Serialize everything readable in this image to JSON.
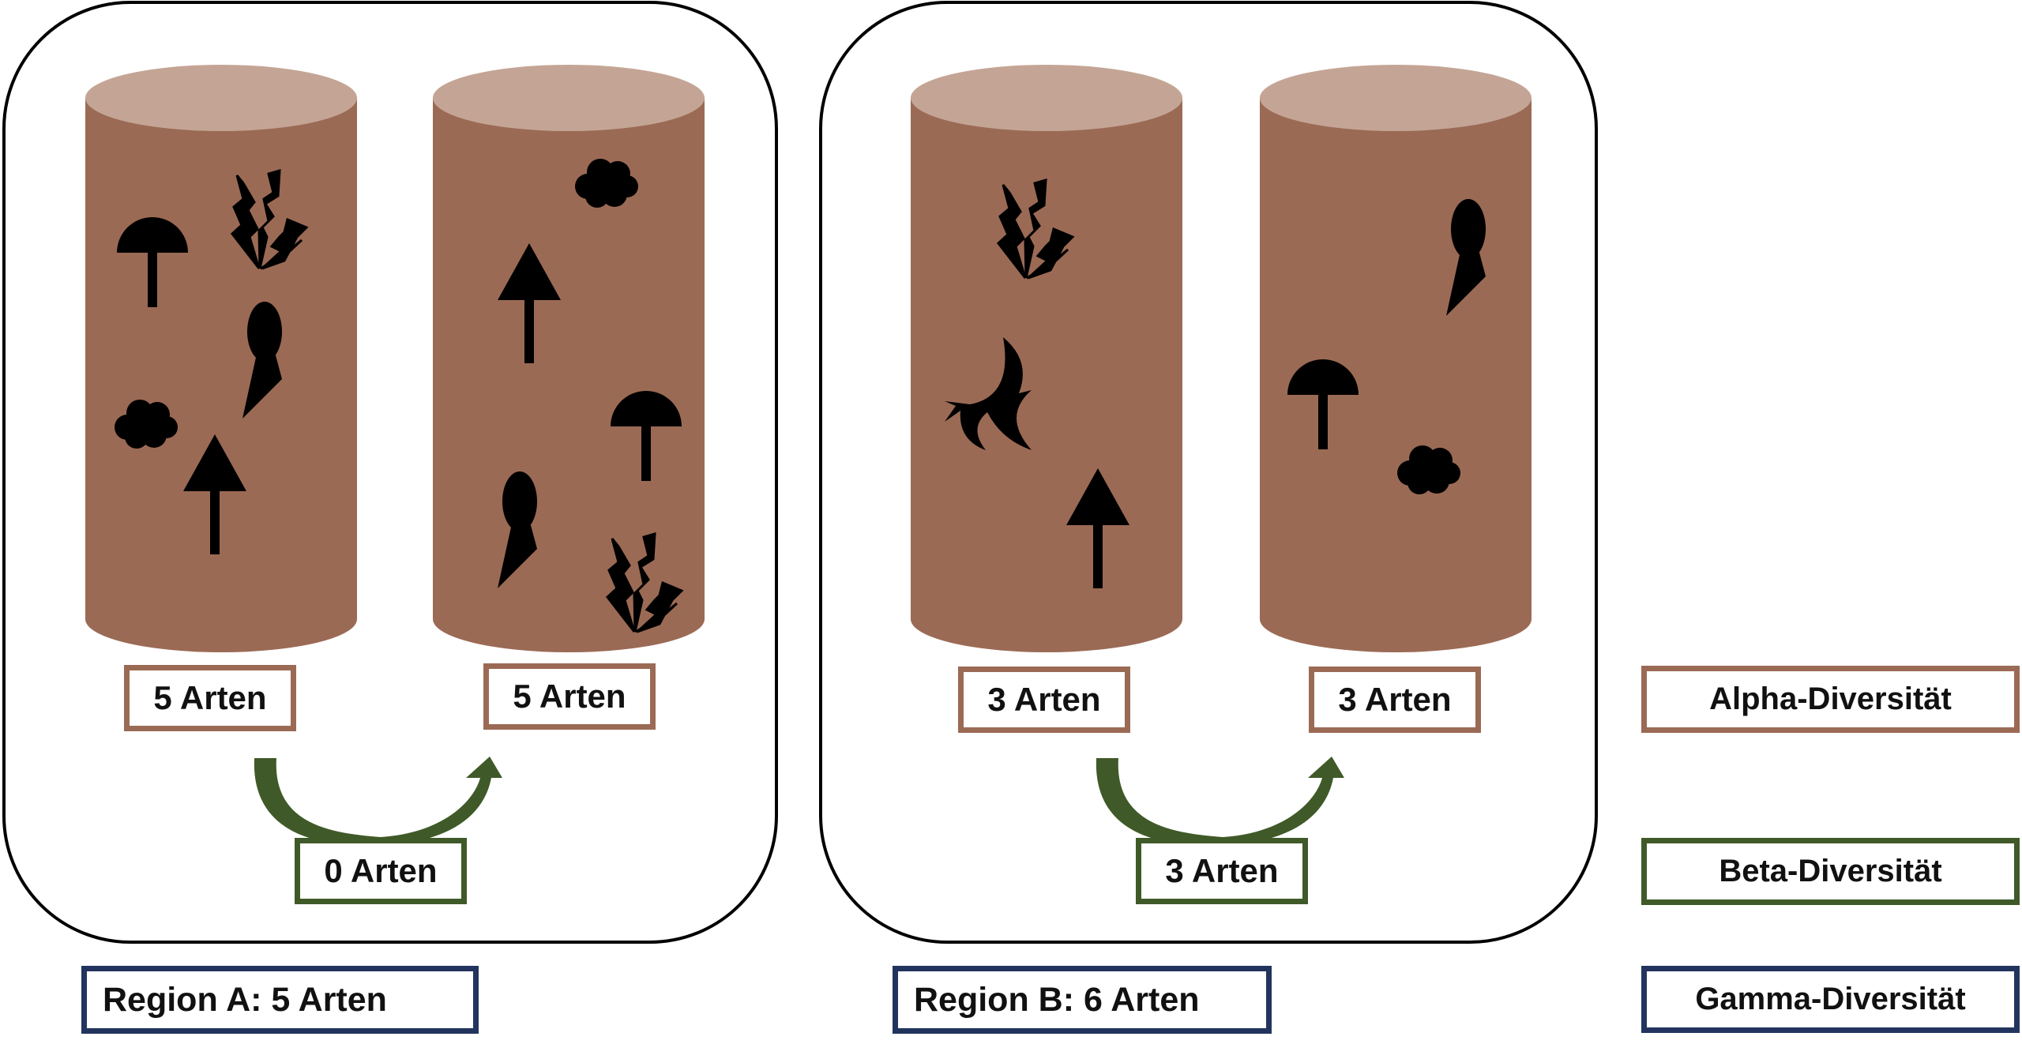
{
  "colors": {
    "trunk": "#9b6a55",
    "trunk_top": "#c4a595",
    "alpha": "#9b6a55",
    "beta": "#3f5a28",
    "gamma": "#22345e",
    "species": "#000000"
  },
  "regions": [
    {
      "gamma_label": "Region A: 5 Arten",
      "logs": [
        {
          "alpha_label": "5 Arten",
          "species": [
            "mushroom-icon",
            "lightning-icon",
            "drop-icon",
            "cloud-icon",
            "arrow-icon"
          ]
        },
        {
          "alpha_label": "5 Arten",
          "species": [
            "cloud-icon",
            "arrow-icon",
            "mushroom-icon",
            "drop-icon",
            "lightning-icon"
          ]
        }
      ],
      "beta_label": "0 Arten"
    },
    {
      "gamma_label": "Region B: 6 Arten",
      "logs": [
        {
          "alpha_label": "3 Arten",
          "species": [
            "lightning-icon",
            "star-icon",
            "arrow-icon"
          ]
        },
        {
          "alpha_label": "3 Arten",
          "species": [
            "drop-icon",
            "mushroom-icon",
            "cloud-icon"
          ]
        }
      ],
      "beta_label": "3 Arten"
    }
  ],
  "legend": {
    "alpha": "Alpha-Diversität",
    "beta": "Beta-Diversität",
    "gamma": "Gamma-Diversität"
  }
}
